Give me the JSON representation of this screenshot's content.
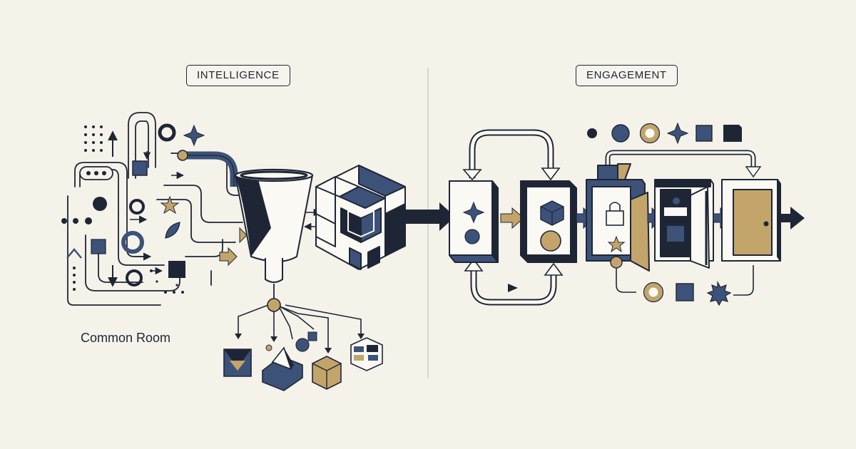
{
  "labels": {
    "intelligence": "INTELLIGENCE",
    "engagement": "ENGAGEMENT",
    "brand": "Common Room"
  },
  "colors": {
    "background": "#f5f2ea",
    "ink": "#1e2636",
    "navy": "#3d5278",
    "gold": "#c3a46a",
    "outline_fill": "#fbf9f3"
  },
  "icons": [
    "funnel-icon",
    "cube-icon",
    "door-icon",
    "star-icon",
    "sparkle-icon",
    "circle-icon",
    "square-icon",
    "arrow-icon"
  ]
}
